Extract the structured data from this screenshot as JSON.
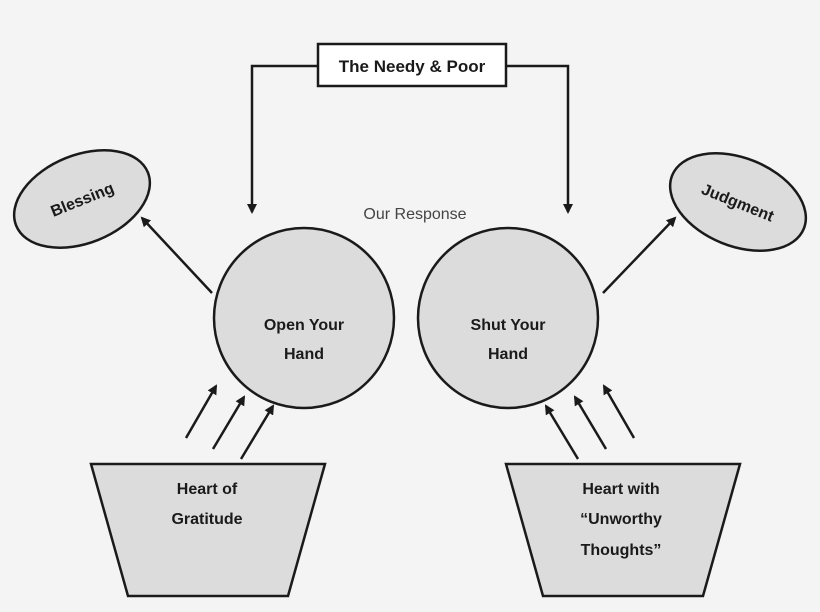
{
  "top_box": {
    "label": "The Needy & Poor"
  },
  "center_label": "Our Response",
  "left": {
    "circle_line1": "Open Your",
    "circle_line2": "Hand",
    "oval_label": "Blessing",
    "heart_line1": "Heart of",
    "heart_line2": "Gratitude"
  },
  "right": {
    "circle_line1": "Shut Your",
    "circle_line2": "Hand",
    "oval_label": "Judgment",
    "heart_line1": "Heart with",
    "heart_line2": "“Unworthy",
    "heart_line3": "Thoughts”"
  },
  "colors": {
    "shape_fill": "#dcdcdc",
    "stroke": "#1a1a1a",
    "background": "#f4f4f4"
  }
}
